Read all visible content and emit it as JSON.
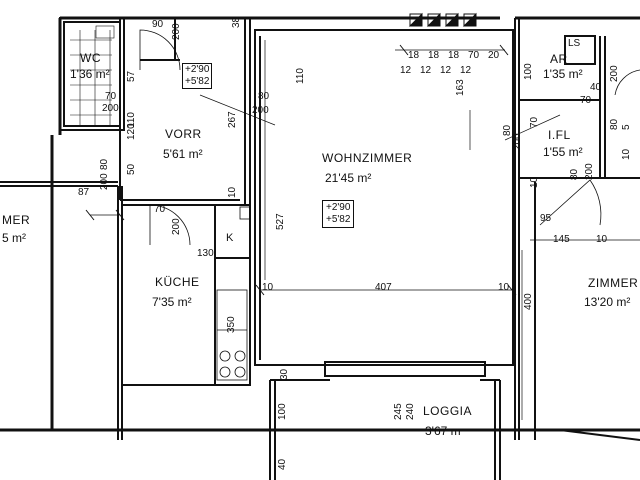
{
  "rooms": {
    "wc": {
      "name": "WC",
      "area": "1'36 m²"
    },
    "vorr": {
      "name": "VORR",
      "area": "5'61 m²"
    },
    "kueche": {
      "name": "KÜCHE",
      "area": "7'35 m²"
    },
    "wohnzimmer": {
      "name": "WOHNZIMMER",
      "area": "21'45 m²"
    },
    "ar": {
      "name": "AR",
      "area": "1'35 m²"
    },
    "fl": {
      "name": "I.FL",
      "area": "1'55 m²"
    },
    "zimmer_r": {
      "name": "ZIMMER",
      "area": "13'20 m²"
    },
    "zimmer_l": {
      "name": "MER",
      "area": "5 m²"
    },
    "loggia": {
      "name": "LOGGIA",
      "area": "3'67 m"
    }
  },
  "heights": {
    "vorr": [
      "+2'90",
      "+5'82"
    ],
    "wohnzimmer": [
      "+2'90",
      "+5'82"
    ]
  },
  "symbols": {
    "kitchen_k": "K",
    "ls": "LS"
  },
  "dimensions": {
    "d90": "90",
    "d200_top": "200",
    "d38": "38",
    "d57": "57",
    "d70_wc": "70",
    "d200_wc": "200",
    "d110_wc": "110",
    "d120": "120",
    "d80_left": "80",
    "d200_left": "200",
    "d50": "50",
    "d87": "87",
    "d80_vorr": "80",
    "d200_vorr": "200",
    "d267": "267",
    "d110_wohn": "110",
    "d70_k": "70",
    "d200_k": "200",
    "d130": "130",
    "d10_k": "10",
    "d527": "527",
    "d350": "350",
    "d10_l": "10",
    "d407": "407",
    "d10_r": "10",
    "d163": "163",
    "d12a": "12",
    "d12b": "12",
    "d12c": "12",
    "d12d": "12",
    "d18a": "18",
    "d18b": "18",
    "d18c": "18",
    "d70_top": "70",
    "d20": "20",
    "d100_ar": "100",
    "d40": "40",
    "d70_fl": "70",
    "d80_fl": "80",
    "d200_fl": "200",
    "d70_fl2": "70",
    "d80_fl2": "80",
    "d200_fl2": "200",
    "d10_fl": "10",
    "d95": "95",
    "d145": "145",
    "d10_zr": "10",
    "d400": "400",
    "d30": "30",
    "d245": "245",
    "d240": "240",
    "d100_log": "100",
    "d40_log": "40",
    "d10_fl3": "10",
    "d80_fl3": "80",
    "d200_fl3": "200",
    "d5": "5"
  },
  "colors": {
    "line": "#111111",
    "background": "#ffffff"
  }
}
